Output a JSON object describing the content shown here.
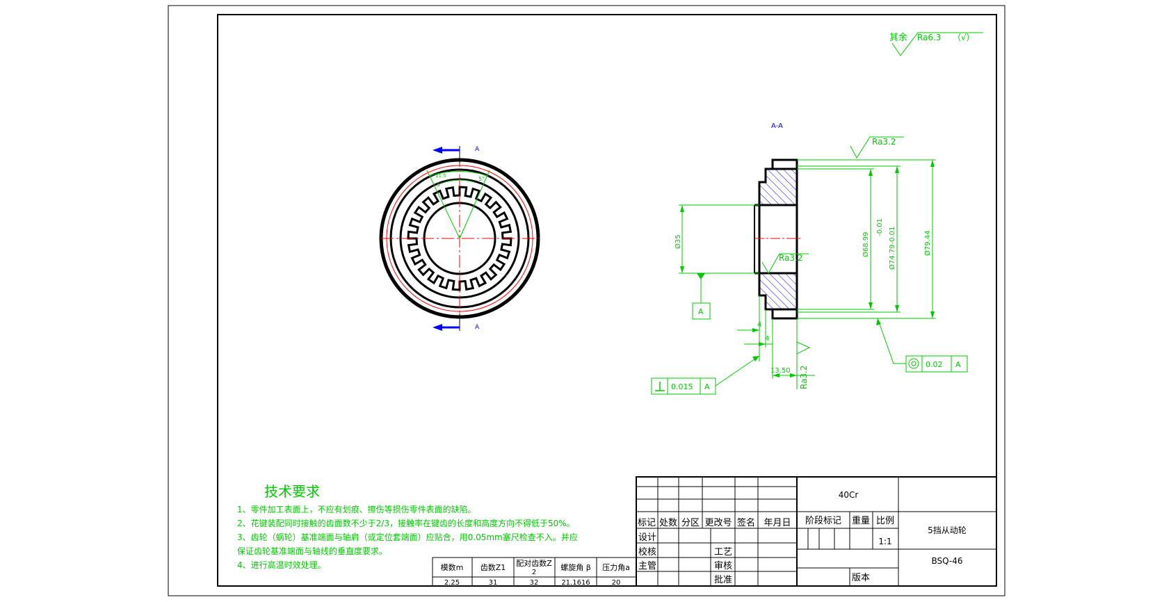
{
  "finish": {
    "prefix": "其余",
    "ra": "Ra6.3",
    "suffix": "（√）"
  },
  "front_view": {
    "section_label_top": "A",
    "section_label_bottom": "A"
  },
  "section_view": {
    "title": "A-A",
    "roughness_top": "Ra3.2",
    "roughness_bore": "Ra3.2",
    "roughness_face": "Ra3.2",
    "dim_bore": "Ø35",
    "dim_d1": "Ø68.99",
    "dim_tol": "-0.01",
    "dim_d2": "Ø74.79-0.01",
    "dim_d3": "Ø79.44",
    "dim_w1": "4",
    "dim_w2": "4",
    "dim_w3": "13.50",
    "datum": "A",
    "perp_tol": "0.015",
    "perp_datum": "A",
    "conc_tol": "0.02",
    "conc_datum": "A"
  },
  "tech_requirements": {
    "title": "技术要求",
    "items": [
      "1、零件加工表面上，不应有划痕、擦伤等损伤零件表面的缺陷。",
      "2、花键装配同时接触的齿面数不少于2/3，接触率在键齿的长度和高度方向不得低于50%。",
      "3、齿轮（蜗轮）基准端面与轴肩（或定位套端面）应贴合，用0.05mm塞尺检查不入。并应",
      "保证齿轮基准端面与轴线的垂直度要求。",
      "4、进行高温时效处理。"
    ]
  },
  "gear_table": {
    "headers": [
      "模数m",
      "齿数Z1",
      "配对齿数Z",
      "螺旋角 β",
      "压力角a"
    ],
    "header_sub": "2",
    "values": [
      "2.25",
      "31",
      "32",
      "21.1616",
      "20"
    ]
  },
  "title_block": {
    "material": "40Cr",
    "part_name": "5挡从动轮",
    "drawing_no": "BSQ-46",
    "scale": "1:1",
    "headers": [
      "标记",
      "处数",
      "分区",
      "更改号",
      "签名",
      "年月日"
    ],
    "stage_mark": "阶段标记",
    "weight": "重量",
    "ratio": "比例",
    "design": "设计",
    "check": "校核",
    "supervisor": "主管",
    "process": "工艺",
    "review": "审核",
    "approve": "批准",
    "version": "版本"
  }
}
